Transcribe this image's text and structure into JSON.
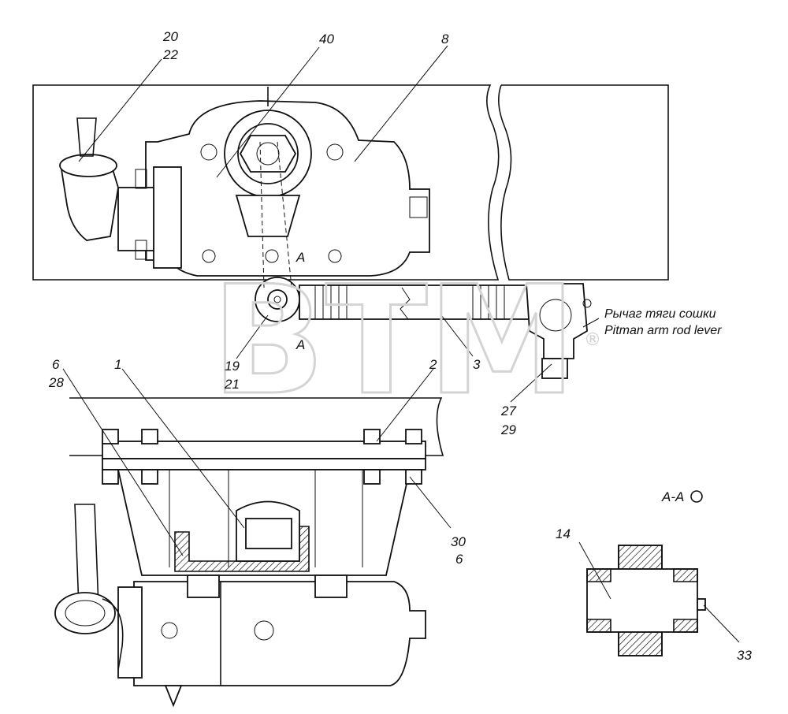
{
  "watermark": {
    "text": "BTM",
    "mark": "®"
  },
  "caption": {
    "ru": "Рычаг тяги сошки",
    "en": "Pitman arm rod lever"
  },
  "section": {
    "title": "A-A",
    "marker_a_top": "A",
    "marker_a_bottom": "A"
  },
  "labels": {
    "l20": "20",
    "l22": "22",
    "l40": "40",
    "l8": "8",
    "l19": "19",
    "l21": "21",
    "l3": "3",
    "l2": "2",
    "l27": "27",
    "l29": "29",
    "l6a": "6",
    "l28": "28",
    "l1": "1",
    "l30": "30",
    "l6b": "6",
    "l14": "14",
    "l33": "33"
  }
}
